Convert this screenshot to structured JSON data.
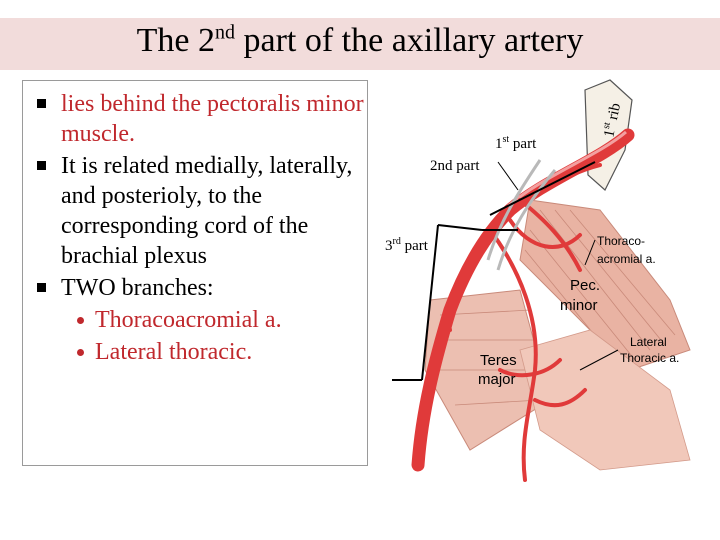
{
  "title": {
    "main": "The 2",
    "sup": "nd",
    "rest": " part of the axillary artery"
  },
  "bullets": [
    {
      "prefix": "",
      "red": "lies behind the pectoralis minor muscle.",
      "text": ""
    },
    {
      "prefix": "It is related medially, laterally, and posterioly, to the corresponding cord of the  brachial plexus",
      "red": "",
      "text": ""
    },
    {
      "prefix": "TWO branches:",
      "red": "",
      "text": ""
    }
  ],
  "sub_items": [
    "Thoracoacromial a.",
    "Lateral thoracic."
  ],
  "diagram": {
    "rib": {
      "num": "1",
      "sup": "st",
      "word": " rib"
    },
    "part1": {
      "num": "1",
      "sup": "st",
      "word": " part"
    },
    "part2": "2nd part",
    "part3": {
      "num": "3",
      "sup": "rd",
      "word": "  part"
    },
    "thoraco_1": "Thoraco-",
    "thoraco_2": "acromial a.",
    "pec_1": "Pec.",
    "pec_2": "minor",
    "teres_1": "Teres",
    "teres_2": "major",
    "lateral_1": "Lateral",
    "lateral_2": "Thoracic a."
  },
  "colors": {
    "title_bg": "#f2dcdb",
    "red_text": "#c0282d",
    "artery": "#e03a3a",
    "muscle": "#e9b3a3"
  }
}
